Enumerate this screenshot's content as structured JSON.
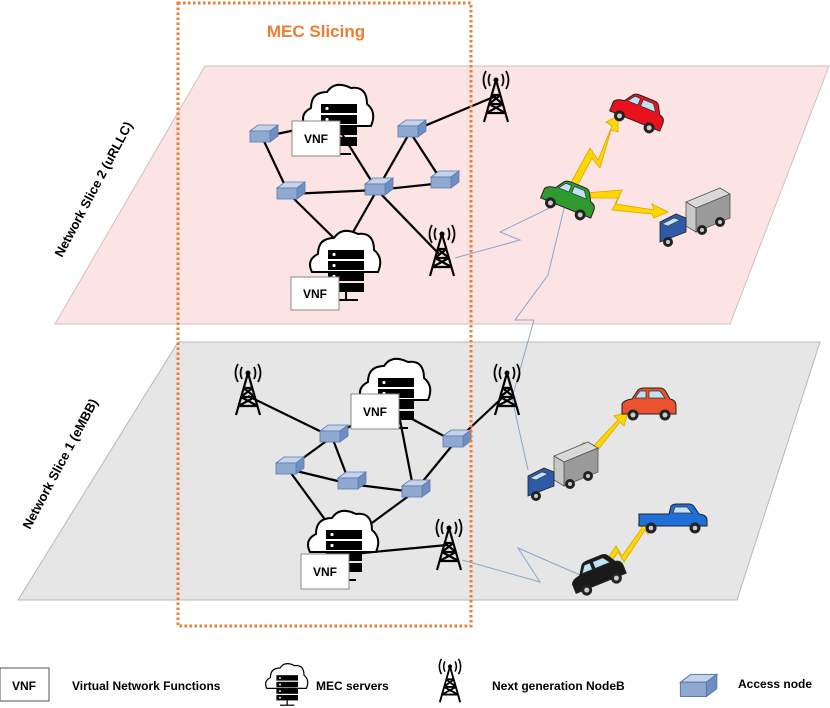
{
  "title": "MEC Slicing",
  "slices": {
    "top": "Network Slice 2 (uRLLC)",
    "bottom": "Network Slice 1 (eMBB)"
  },
  "vnf_label": "VNF",
  "legend": {
    "vnf_box": "VNF",
    "vnf": "Virtual Network Functions",
    "mec": "MEC servers",
    "gnb": "Next generation NodeB",
    "access": "Access node"
  },
  "colors": {
    "mec_border": "#ED7D31",
    "top_plane": "#FDE4E4",
    "bottom_plane": "#E6E6E6",
    "access_node": "#8FA9D0",
    "lightning": "#FFD700",
    "car_red": "#E8111C",
    "car_green": "#2E9B2E",
    "car_orange": "#E8522E",
    "truck_blue": "#2E5AA8",
    "pickup_blue": "#1E6FD8",
    "car_black": "#1A1A1A"
  }
}
